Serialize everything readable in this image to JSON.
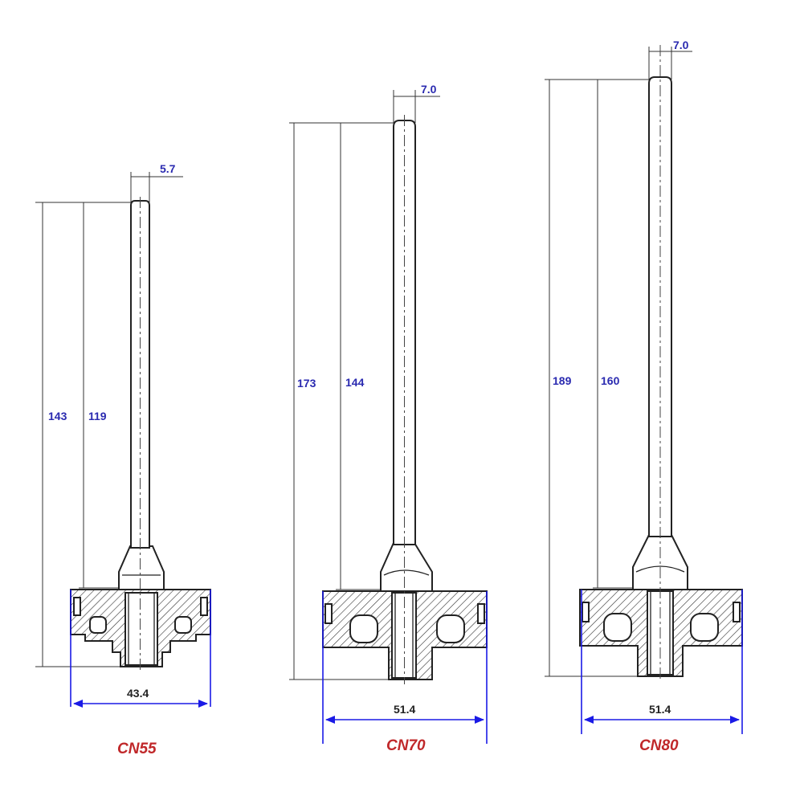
{
  "colors": {
    "dimension_text": "#2a2ab0",
    "width_arrow": "#1a1ae6",
    "model_label": "#c0282a",
    "outline": "#222222"
  },
  "parts": [
    {
      "model": "CN55",
      "overall_height": "143",
      "shaft_height": "119",
      "shaft_diameter": "5.7",
      "base_width": "43.4"
    },
    {
      "model": "CN70",
      "overall_height": "173",
      "shaft_height": "144",
      "shaft_diameter": "7.0",
      "base_width": "51.4"
    },
    {
      "model": "CN80",
      "overall_height": "189",
      "shaft_height": "160",
      "shaft_diameter": "7.0",
      "base_width": "51.4"
    }
  ]
}
